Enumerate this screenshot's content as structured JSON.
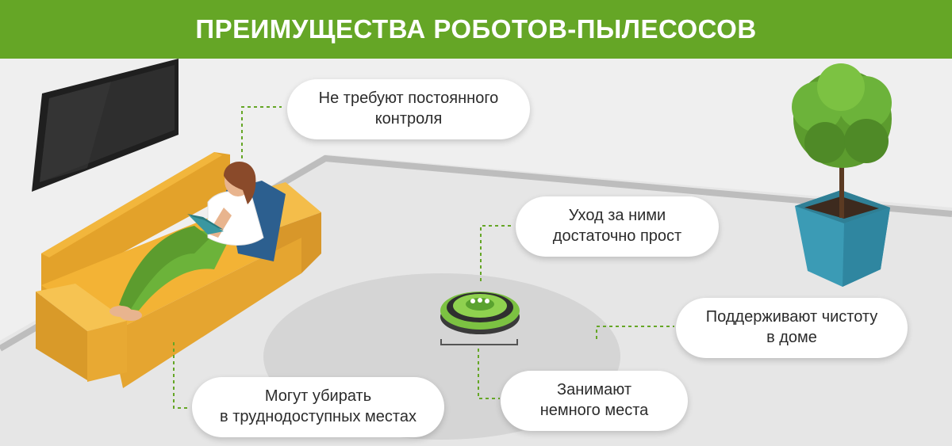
{
  "header": {
    "title": "ПРЕИМУЩЕСТВА РОБОТОВ-ПЫЛЕСОСОВ"
  },
  "colors": {
    "header_green": "#65a626",
    "sofa_yellow": "#f3b335",
    "pot_teal": "#3b9bb5",
    "robot_green": "#7cc242",
    "leader_line": "#65a626",
    "floor": "#e4e4e4"
  },
  "callouts": {
    "control": {
      "line1": "Не требуют постоянного",
      "line2": "контроля"
    },
    "care": {
      "line1": "Уход за ними",
      "line2": "достаточно прост"
    },
    "clean": {
      "line1": "Поддерживают чистоту",
      "line2": "в доме"
    },
    "hard_places": {
      "line1": "Могут убирать",
      "line2": "в труднодоступных местах"
    },
    "space": {
      "line1": "Занимают",
      "line2": "немного места"
    }
  },
  "icons": [
    "tv-icon",
    "sofa-icon",
    "woman-reading-icon",
    "robot-vacuum-icon",
    "potted-tree-icon"
  ]
}
